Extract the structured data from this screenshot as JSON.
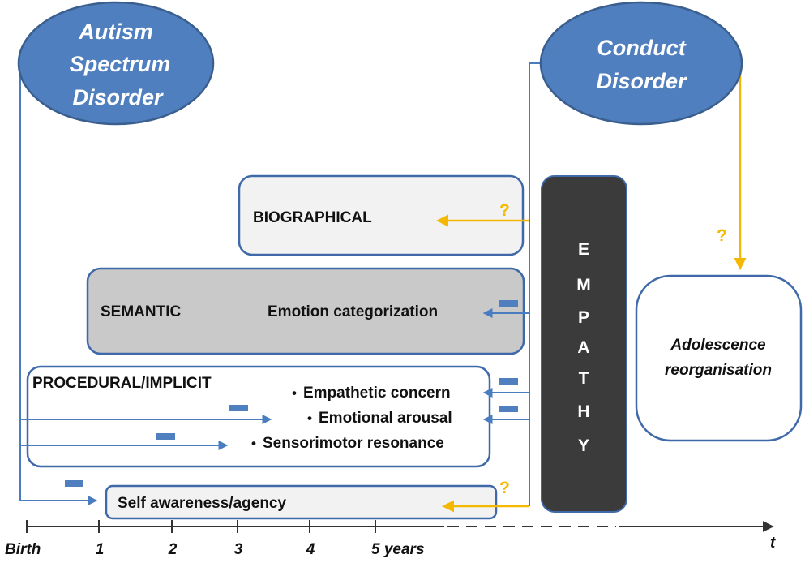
{
  "ellipses": {
    "asd": {
      "lines": [
        "Autism",
        "Spectrum",
        "Disorder"
      ]
    },
    "cd": {
      "lines": [
        "Conduct",
        "Disorder"
      ]
    }
  },
  "boxes": {
    "biographical": {
      "label": "BIOGRAPHICAL"
    },
    "semantic": {
      "label": "SEMANTIC",
      "item": "Emotion categorization"
    },
    "procedural": {
      "label": "PROCEDURAL/IMPLICIT",
      "items": [
        "Empathetic concern",
        "Emotional arousal",
        "Sensorimotor resonance"
      ]
    },
    "self": {
      "label": "Self awareness/agency"
    },
    "adolescence": {
      "lines": [
        "Adolescence",
        "reorganisation"
      ]
    }
  },
  "empathy": {
    "letters": [
      "E",
      "M",
      "P",
      "A",
      "T",
      "H",
      "Y"
    ]
  },
  "markers": {
    "question": "?",
    "bullet": "•"
  },
  "axis": {
    "ticks": [
      "Birth",
      "1",
      "2",
      "3",
      "4",
      "5 years"
    ],
    "end_label": "t"
  },
  "colors": {
    "ellipse_fill": "#4f7fbe",
    "ellipse_stroke": "#3a5f8f",
    "box_stroke": "#3f69a8",
    "blue_arrow": "#4a7cc0",
    "yellow_arrow": "#f5b800",
    "minus_marker": "#4f7fbe",
    "empathy_fill": "#3b3b3b",
    "semantic_fill": "#c9c9c9",
    "light_fill": "#f2f2f2"
  }
}
